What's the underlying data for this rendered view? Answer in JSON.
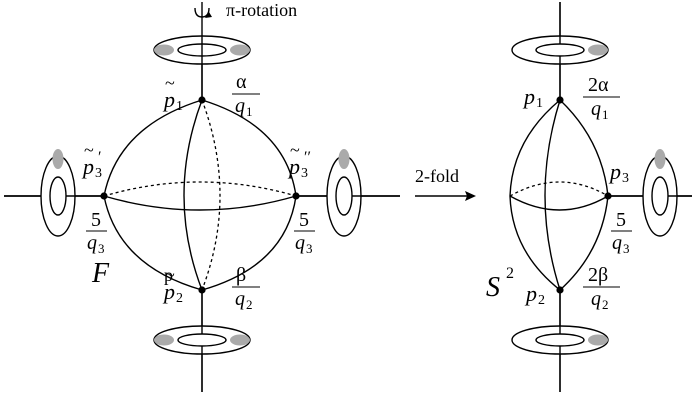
{
  "labels": {
    "rotation": "π-rotation",
    "arrow": "2-fold",
    "F": "F",
    "S": "S",
    "S_exp": "2",
    "left": {
      "p1": "p",
      "p1_sub": "1",
      "p2": "p",
      "p2_sub": "2",
      "p3a": "p",
      "p3a_sub": "3",
      "p3a_prime": "′",
      "p3b": "p",
      "p3b_sub": "3",
      "p3b_prime": "′′",
      "tilde": "~",
      "top_num": "α",
      "top_den": "q",
      "top_den_sub": "1",
      "bot_num": "β",
      "bot_den": "q",
      "bot_den_sub": "2",
      "l_num": "5",
      "l_den": "q",
      "l_den_sub": "3",
      "r_num": "5",
      "r_den": "q",
      "r_den_sub": "3"
    },
    "right": {
      "p1": "p",
      "p1_sub": "1",
      "p2": "p",
      "p2_sub": "2",
      "p3": "p",
      "p3_sub": "3",
      "top_num": "2α",
      "top_den": "q",
      "top_den_sub": "1",
      "bot_num": "2β",
      "bot_den": "q",
      "bot_den_sub": "2",
      "r_num": "5",
      "r_den": "q",
      "r_den_sub": "3"
    }
  },
  "colors": {
    "ink": "#000000",
    "fill_gray": "#aaaaaa",
    "background": "#ffffff"
  }
}
